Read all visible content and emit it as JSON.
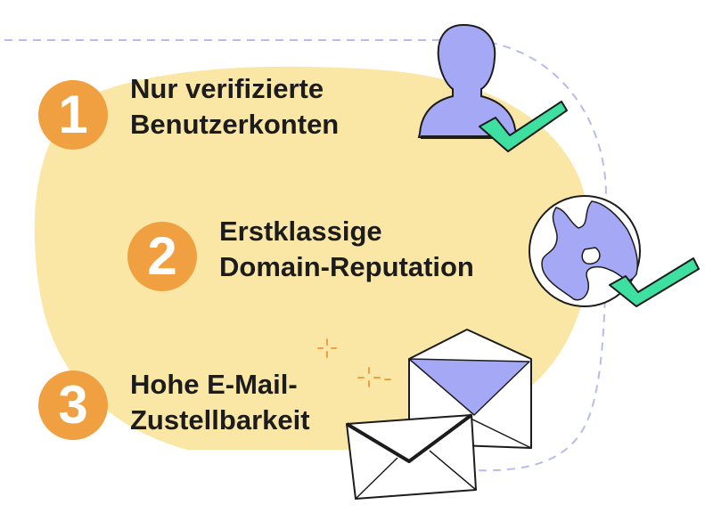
{
  "steps": [
    {
      "number": "1",
      "line1": "Nur verifizierte",
      "line2": "Benutzerkonten",
      "icon": "user-verified-icon"
    },
    {
      "number": "2",
      "line1": "Erstklassige",
      "line2": "Domain-Reputation",
      "icon": "globe-verified-icon"
    },
    {
      "number": "3",
      "line1": "Hohe E-Mail-",
      "line2": "Zustellbarkeit",
      "icon": "envelopes-icon"
    }
  ],
  "colors": {
    "badge": "#f0a040",
    "blob": "#fbe7a5",
    "accent_purple": "#a5a8f5",
    "check_green": "#3ee0a2",
    "text": "#1c1c1c",
    "dash": "#b9bbf0"
  }
}
